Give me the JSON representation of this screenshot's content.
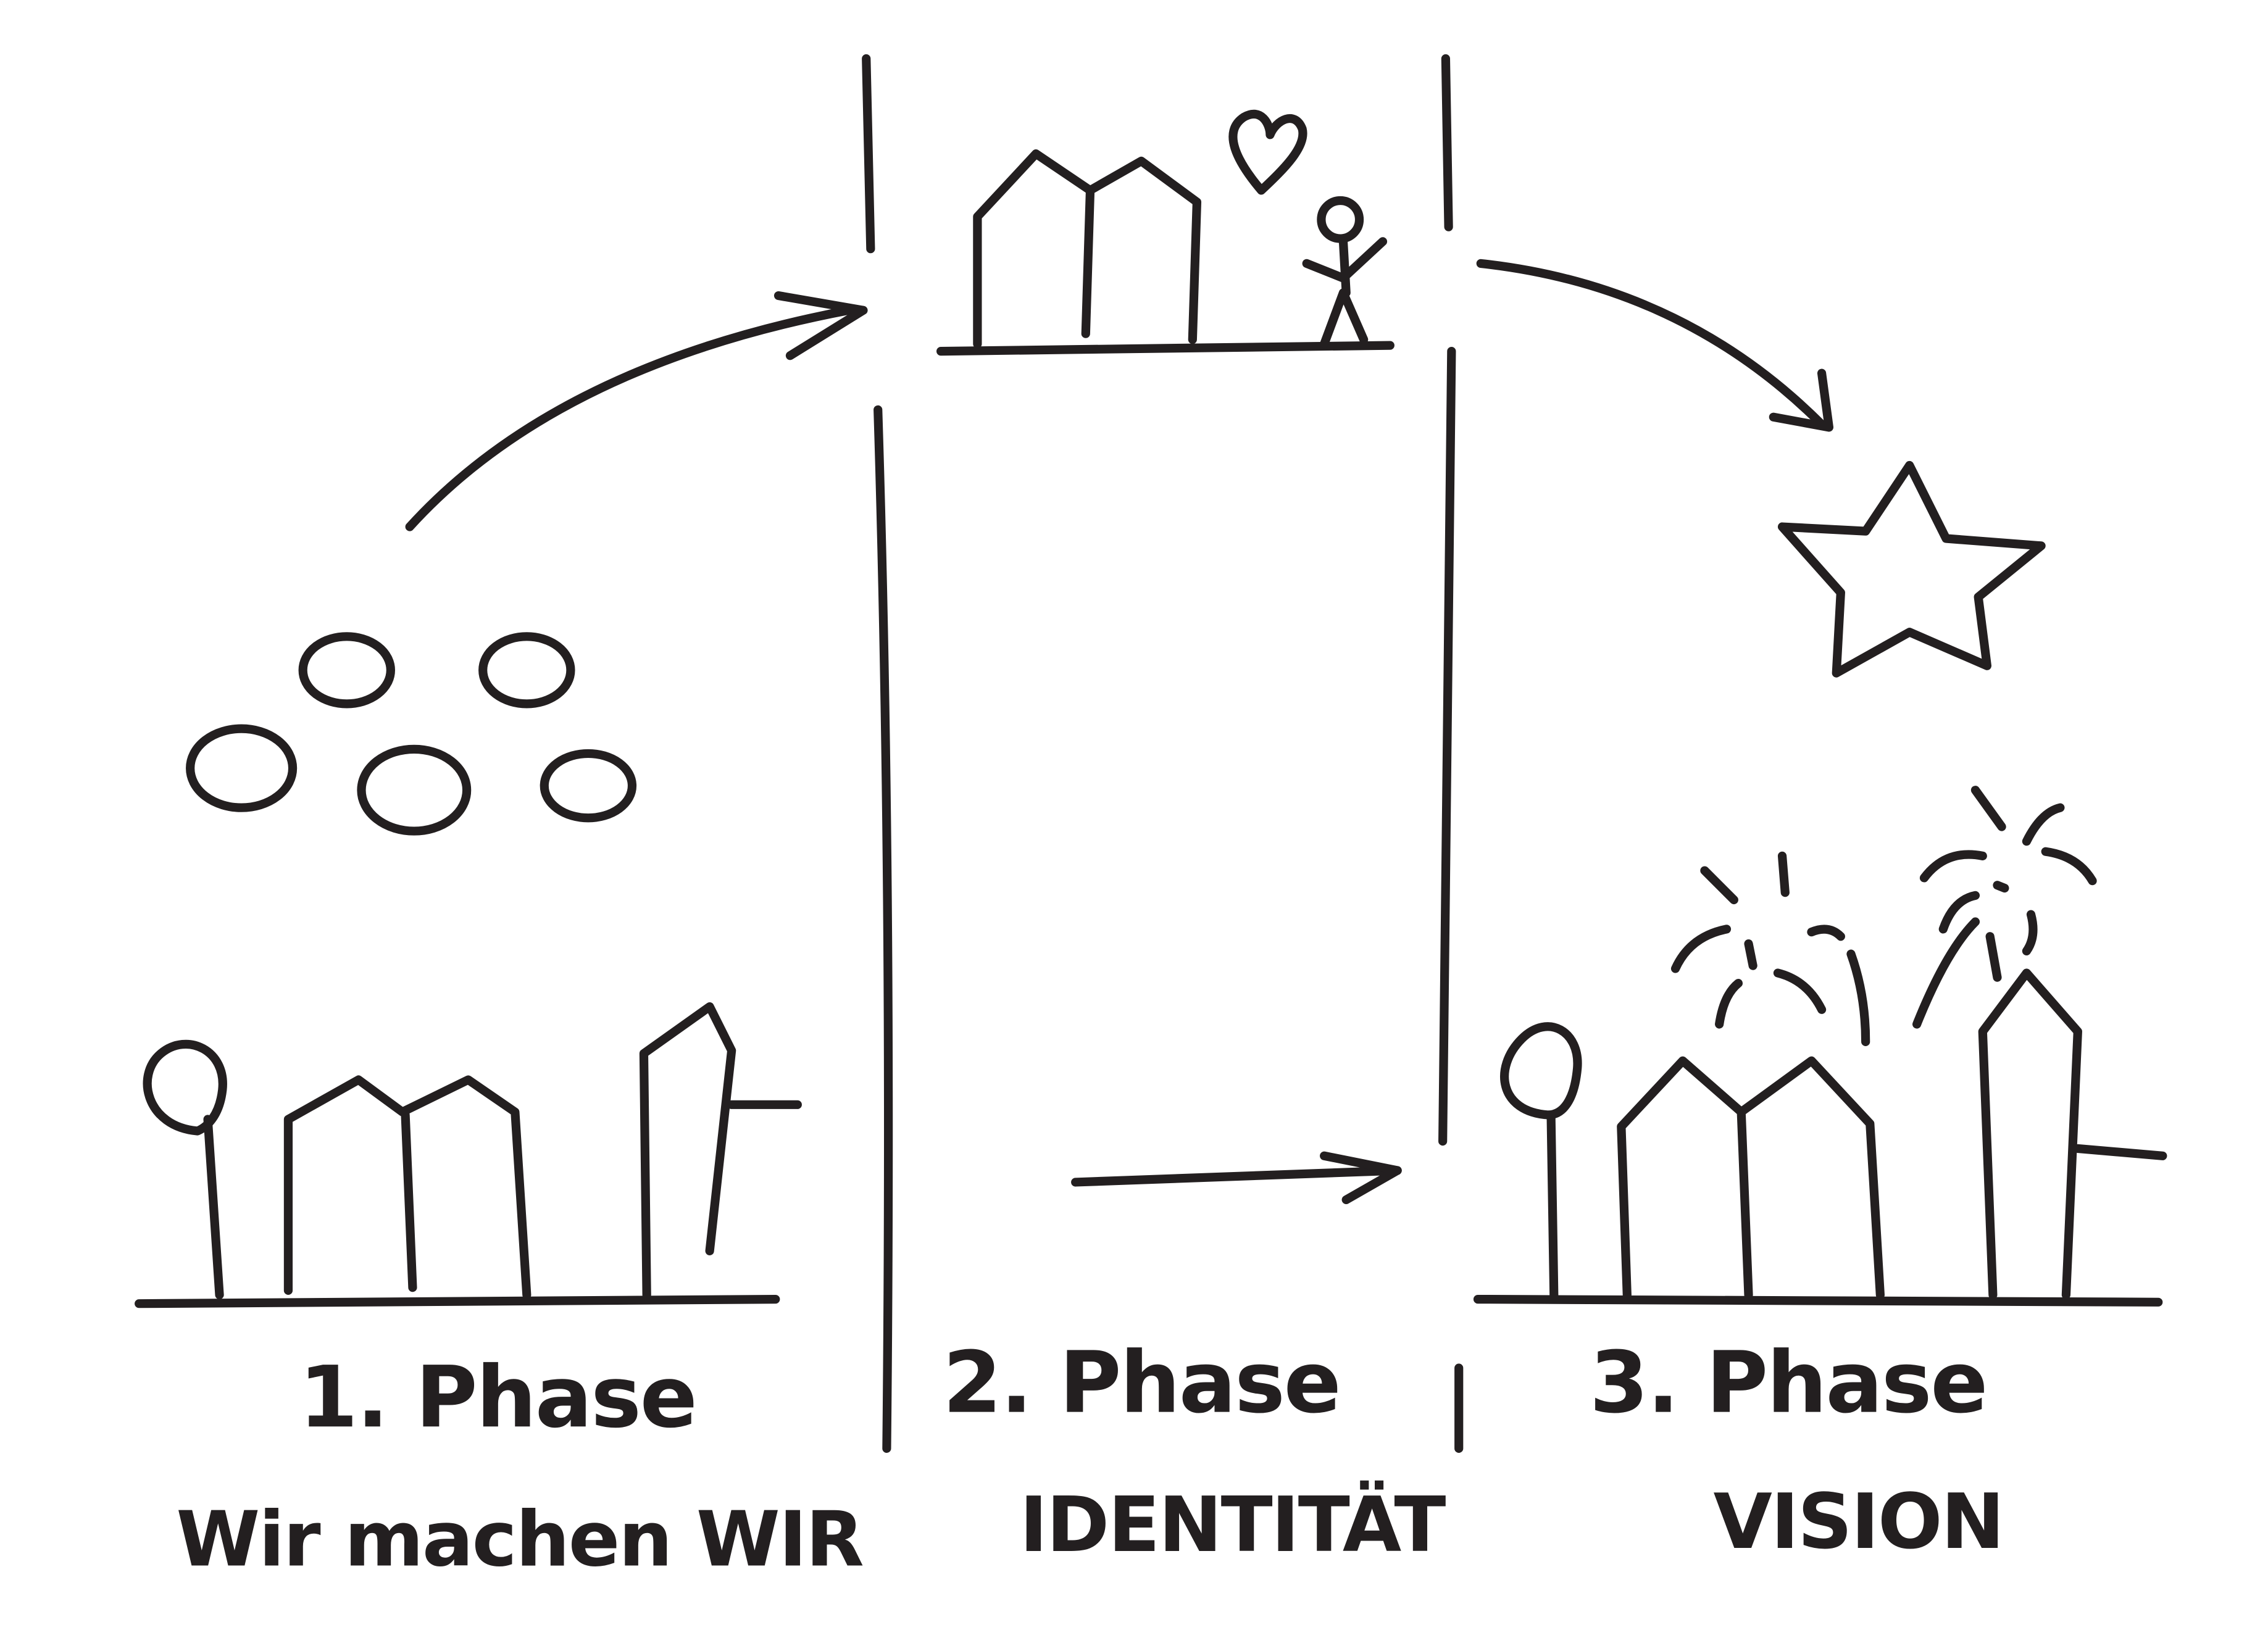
{
  "phases": [
    {
      "title": "1. Phase",
      "subtitle": "Wir machen WIR"
    },
    {
      "title": "2. Phase",
      "subtitle": "IDENTITÄT"
    },
    {
      "title": "3. Phase",
      "subtitle": "VISION"
    }
  ],
  "colors": {
    "ink": "#231f20",
    "paper": "#ffffff"
  }
}
